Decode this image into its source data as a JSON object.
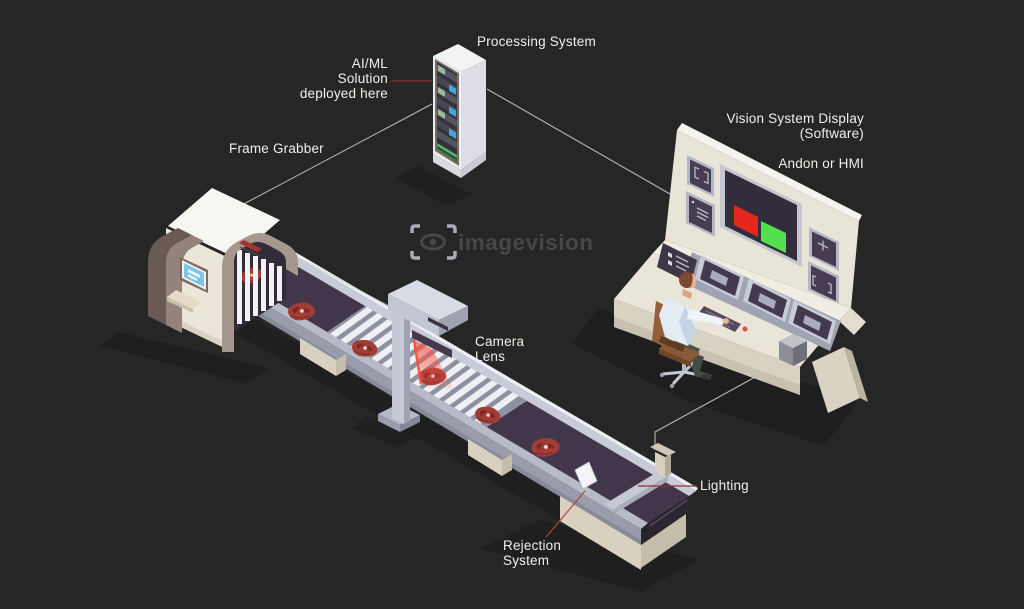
{
  "watermark": {
    "text": "imagevision"
  },
  "labels": {
    "processing_system": "Processing System",
    "aiml_solution": "AI/ML\nSolution\ndeployed here",
    "frame_grabber": "Frame Grabber",
    "vision_display": "Vision System Display\n(Software)",
    "andon": "Andon or HMI",
    "camera_lens": "Camera\nLens",
    "lighting": "Lighting",
    "rejection": "Rejection\nSystem"
  },
  "colors": {
    "background": "#262626",
    "label_text": "#f1efe9",
    "watermark": "#4b4b4b",
    "leader_red": "#8e3230",
    "leader_red_bright": "#b8423a",
    "cable": "#d2d2d2",
    "status_red": "#e6271d",
    "status_green": "#53e04f",
    "beam_red": "#ff4a38",
    "meat": "#a23c37",
    "belt": "#42374a"
  }
}
